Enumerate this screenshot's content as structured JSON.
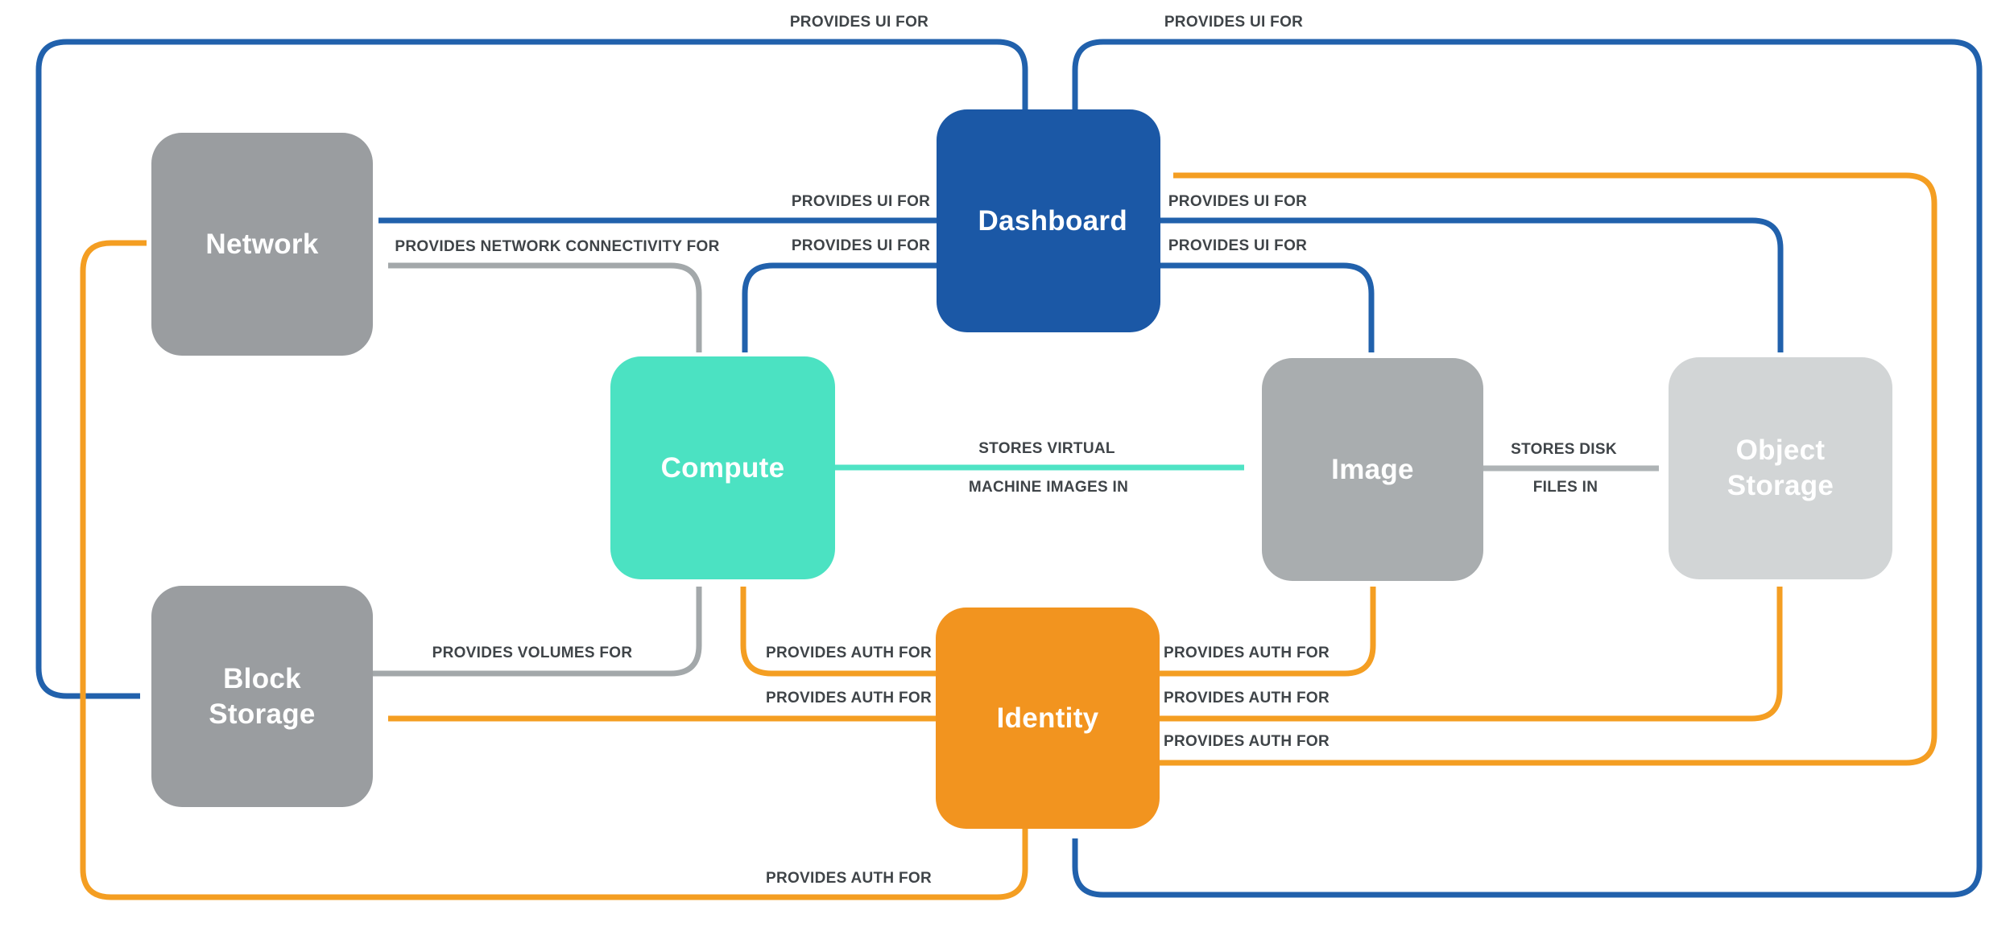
{
  "diagram": {
    "background_color": "#FFFFFF",
    "label_text_color": "#3F4448",
    "nodes": [
      {
        "id": "network",
        "label": "Network",
        "color": "#9A9DA0"
      },
      {
        "id": "dashboard",
        "label": "Dashboard",
        "color": "#1B58A6"
      },
      {
        "id": "compute",
        "label": "Compute",
        "color": "#4BE2C2"
      },
      {
        "id": "image",
        "label": "Image",
        "color": "#A9ADAF"
      },
      {
        "id": "object-storage",
        "label": "Object Storage",
        "color": "#D2D5D6"
      },
      {
        "id": "block-storage",
        "label": "Block Storage",
        "color": "#9A9DA0"
      },
      {
        "id": "identity",
        "label": "Identity",
        "color": "#F2941F"
      }
    ],
    "edges": [
      {
        "from": "Dashboard",
        "to": "Block Storage",
        "label": "PROVIDES UI FOR",
        "color": "#2161AC"
      },
      {
        "from": "Dashboard",
        "to": "Identity",
        "label": "PROVIDES UI FOR",
        "color": "#2161AC"
      },
      {
        "from": "Dashboard",
        "to": "Network",
        "label": "PROVIDES UI FOR",
        "color": "#2161AC"
      },
      {
        "from": "Dashboard",
        "to": "Compute",
        "label": "PROVIDES UI FOR",
        "color": "#2161AC"
      },
      {
        "from": "Dashboard",
        "to": "Object Storage",
        "label": "PROVIDES UI FOR",
        "color": "#2161AC"
      },
      {
        "from": "Dashboard",
        "to": "Image",
        "label": "PROVIDES UI FOR",
        "color": "#2161AC"
      },
      {
        "from": "Network",
        "to": "Compute",
        "label": "PROVIDES NETWORK CONNECTIVITY FOR",
        "color": "#A3A8AA",
        "bidirectional": true
      },
      {
        "from": "Block Storage",
        "to": "Compute",
        "label": "PROVIDES VOLUMES FOR",
        "color": "#A3A8AA"
      },
      {
        "from": "Compute",
        "to": "Image",
        "label_line1": "STORES VIRTUAL",
        "label_line2": "MACHINE IMAGES IN",
        "color": "#4FE3C4"
      },
      {
        "from": "Image",
        "to": "Object Storage",
        "label_line1": "STORES DISK",
        "label_line2": "FILES IN",
        "color": "#AEB3B5"
      },
      {
        "from": "Identity",
        "to": "Compute",
        "label": "PROVIDES AUTH FOR",
        "color": "#F49E22"
      },
      {
        "from": "Identity",
        "to": "Block Storage",
        "label": "PROVIDES AUTH FOR",
        "color": "#F49E22"
      },
      {
        "from": "Identity",
        "to": "Image",
        "label": "PROVIDES AUTH FOR",
        "color": "#F49E22"
      },
      {
        "from": "Identity",
        "to": "Object Storage",
        "label": "PROVIDES AUTH FOR",
        "color": "#F49E22"
      },
      {
        "from": "Identity",
        "to": "Dashboard",
        "label": "PROVIDES AUTH FOR",
        "color": "#F49E22"
      },
      {
        "from": "Identity",
        "to": "Network",
        "label": "PROVIDES AUTH FOR",
        "color": "#F49E22"
      }
    ]
  }
}
